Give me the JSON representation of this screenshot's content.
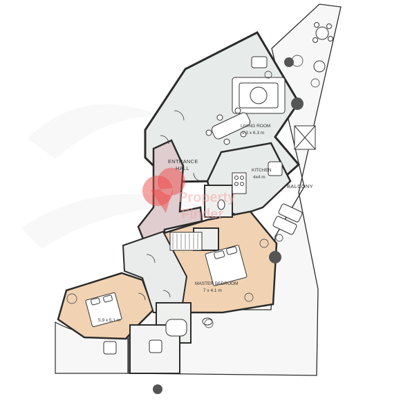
{
  "labels": {
    "living_room": "LIVING ROOM",
    "living_room_size": "9.3 x 6.3 m",
    "entrance_hall_1": "ENTRANCE",
    "entrance_hall_2": "HALL",
    "kitchen": "KITCHEN",
    "kitchen_size": "4x4 m",
    "balcony": "BALCONY",
    "master_bedroom": "MASTER BEDROOM",
    "master_bedroom_size": "7 x 4.1 m",
    "bedroom_size": "5.9 x 5.1 m"
  },
  "watermark": {
    "line1": "Property",
    "line2": "Finder"
  },
  "colors": {
    "wall": "#2b2b2b",
    "room_fill": "#e7ecea",
    "bedroom_fill": "#f1d3b3",
    "hall_fill": "#dfcdcf",
    "balcony_fill": "#f7f7f7",
    "watermark": "#ee4b4b"
  },
  "icons": [
    "plant-icon",
    "round-column-icon",
    "sofa-icon",
    "bed-icon",
    "dining-table-icon",
    "bathtub-icon",
    "toilet-icon",
    "kitchen-hob-icon"
  ]
}
